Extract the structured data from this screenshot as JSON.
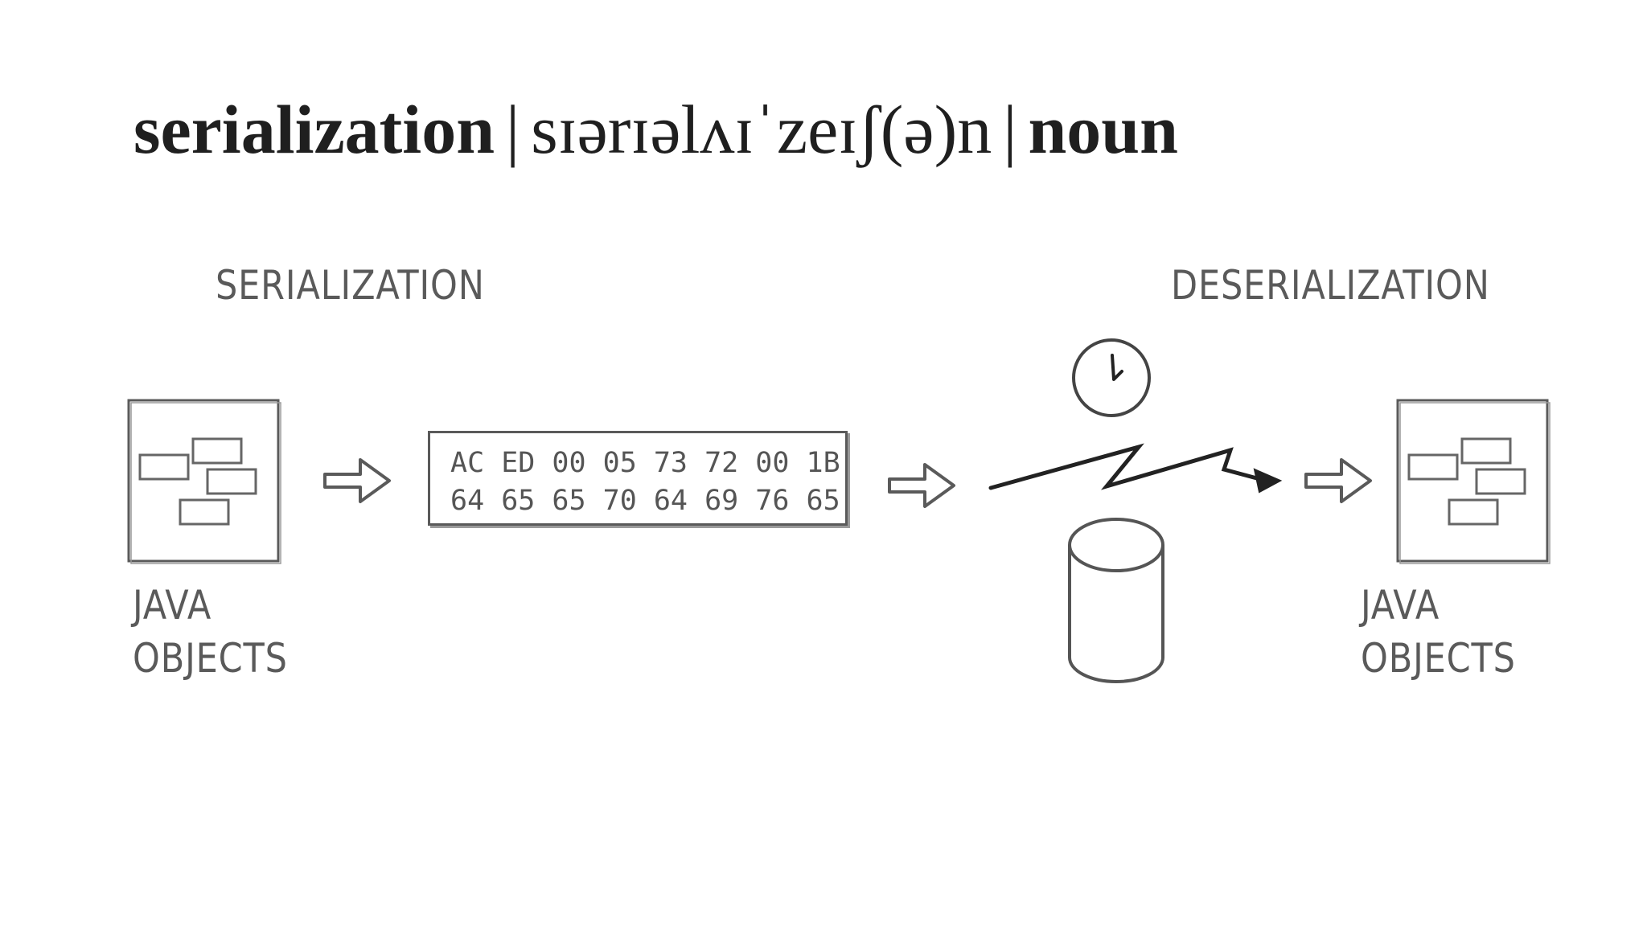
{
  "title": {
    "word": "serialization",
    "separator": "|",
    "phonetic": "sɪərɪəlʌɪˈzeɪʃ(ə)n",
    "part_of_speech": "noun"
  },
  "diagram": {
    "serialization_label": "SERIALIZATION",
    "deserialization_label": "DESERIALIZATION",
    "left_objects": {
      "line1": "JAVA",
      "line2": "OBJECTS"
    },
    "right_objects": {
      "line1": "JAVA",
      "line2": "OBJECTS"
    },
    "byte_stream": {
      "row1": "AC ED 00 05 73 72 00 1B",
      "row2": "64 65 65 70 64 69 76 65"
    }
  },
  "icons": [
    "object-graph-icon",
    "arrow-right-icon",
    "clock-icon",
    "lightning-bolt-icon",
    "database-cylinder-icon"
  ]
}
